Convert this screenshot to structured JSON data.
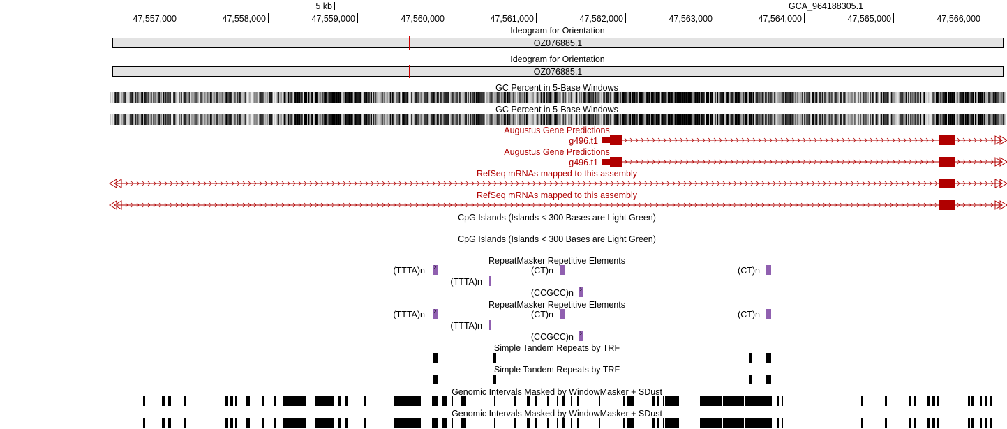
{
  "scale": {
    "label": "5 kb",
    "assembly": "GCA_964188305.1"
  },
  "ruler": {
    "ticks": [
      "47,557,000",
      "47,558,000",
      "47,559,000",
      "47,560,000",
      "47,561,000",
      "47,562,000",
      "47,563,000",
      "47,564,000",
      "47,565,000",
      "47,566,000"
    ]
  },
  "tracks": {
    "ideogram": {
      "title": "Ideogram for Orientation",
      "chrom": "OZ076885.1"
    },
    "gc": {
      "title": "GC Percent in 5-Base Windows"
    },
    "augustus": {
      "title": "Augustus Gene Predictions",
      "gene": "g496.t1"
    },
    "refseq": {
      "title": "RefSeq mRNAs mapped to this assembly"
    },
    "cpg": {
      "title": "CpG Islands (Islands < 300 Bases are Light Green)"
    },
    "rmsk": {
      "title": "RepeatMasker Repetitive Elements",
      "labels": {
        "ttta": "(TTTA)n",
        "ct": "(CT)n",
        "ccgcc": "(CCGCC)n"
      }
    },
    "trf": {
      "title": "Simple Tandem Repeats by TRF"
    },
    "wm": {
      "title": "Genomic Intervals Masked by WindowMasker + SDust"
    }
  },
  "colors": {
    "gene": "#b00000",
    "repeat": "#9060b0",
    "ideogram_marker": "#d00000",
    "ideogram_fill": "#e3e3e3"
  }
}
